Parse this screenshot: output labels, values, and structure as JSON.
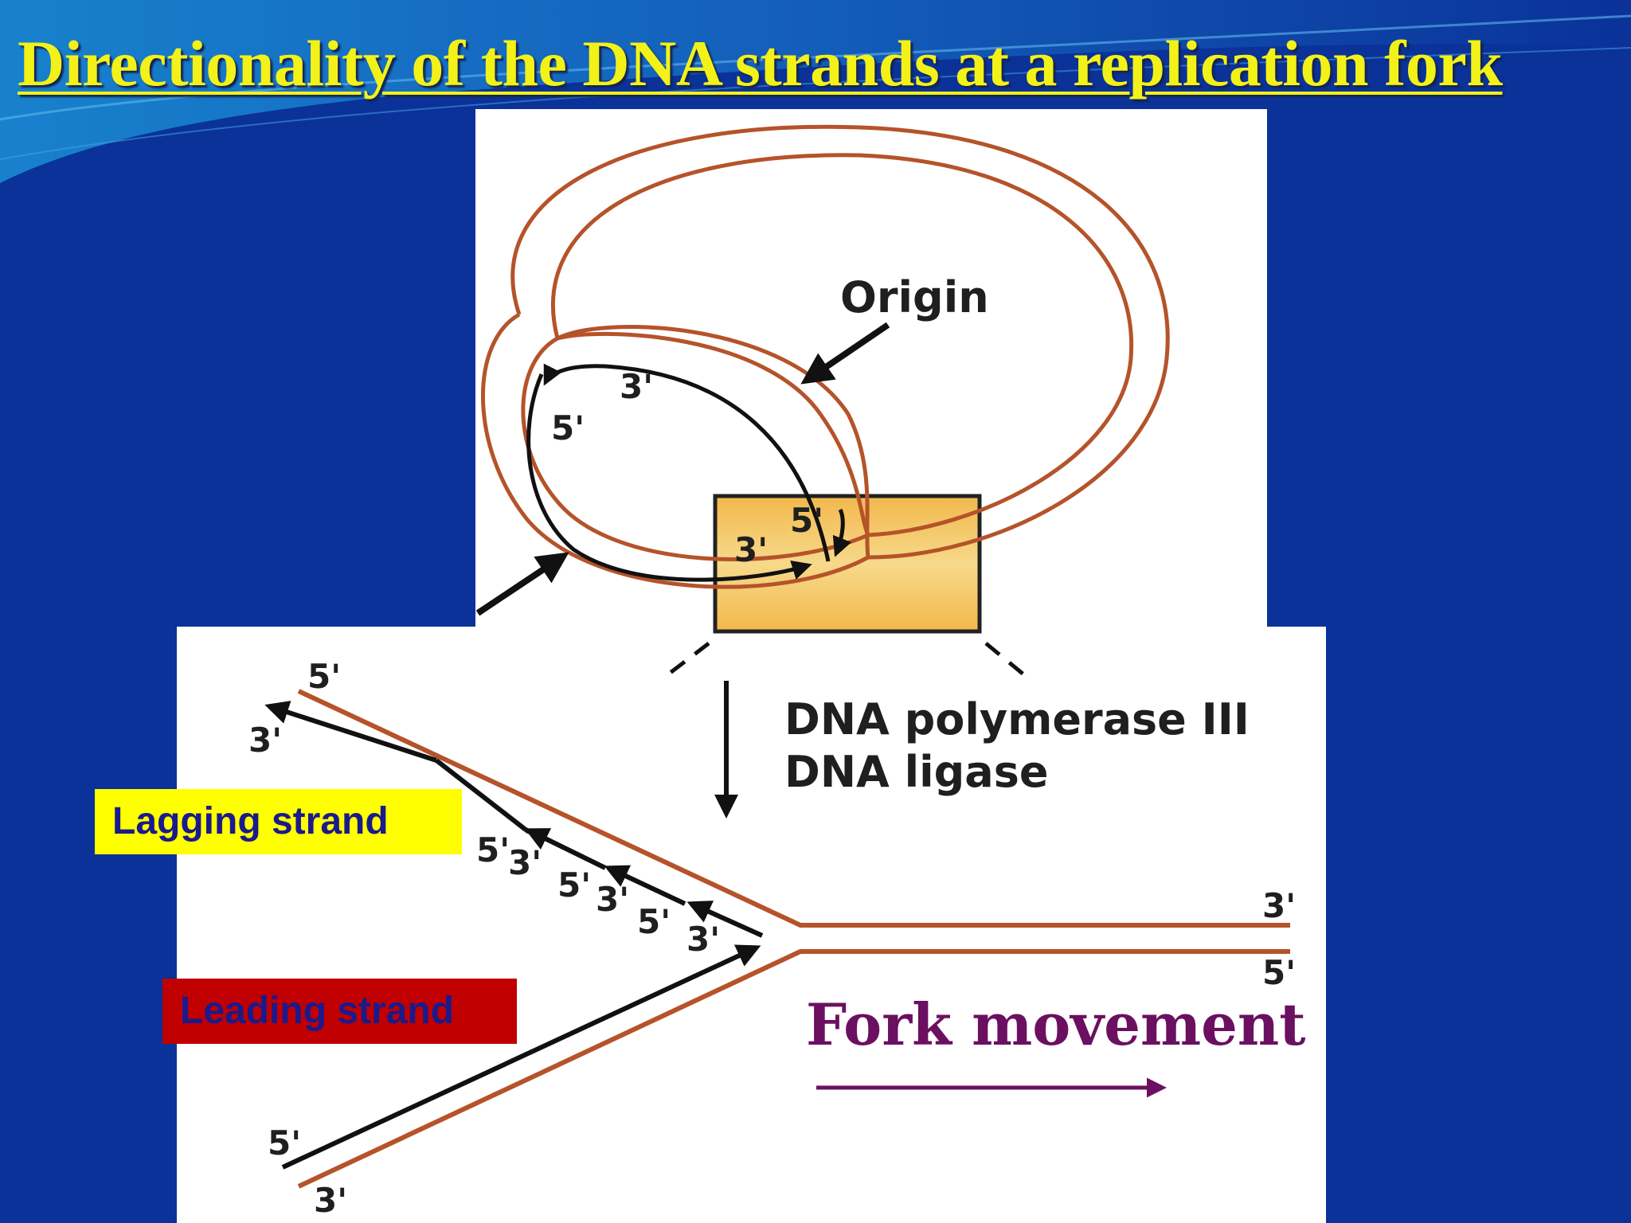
{
  "title": "Directionality of the DNA strands at a replication fork",
  "labels": {
    "origin": "Origin",
    "enzyme1": "DNA polymerase III",
    "enzyme2": "DNA ligase",
    "fork_movement": "Fork movement",
    "lagging_strand": "Lagging strand",
    "leading_strand": "Leading strand"
  },
  "ends": {
    "five_prime": "5'",
    "three_prime": "3'"
  },
  "colors": {
    "background": "#0a3298",
    "title": "#f3f218",
    "dna_strand": "#b5532a",
    "new_strand": "#111111",
    "box_fill": "#f5c65a",
    "lagging_box": "#ffff00",
    "leading_box": "#c00000",
    "fork_movement": "#6b1060"
  }
}
